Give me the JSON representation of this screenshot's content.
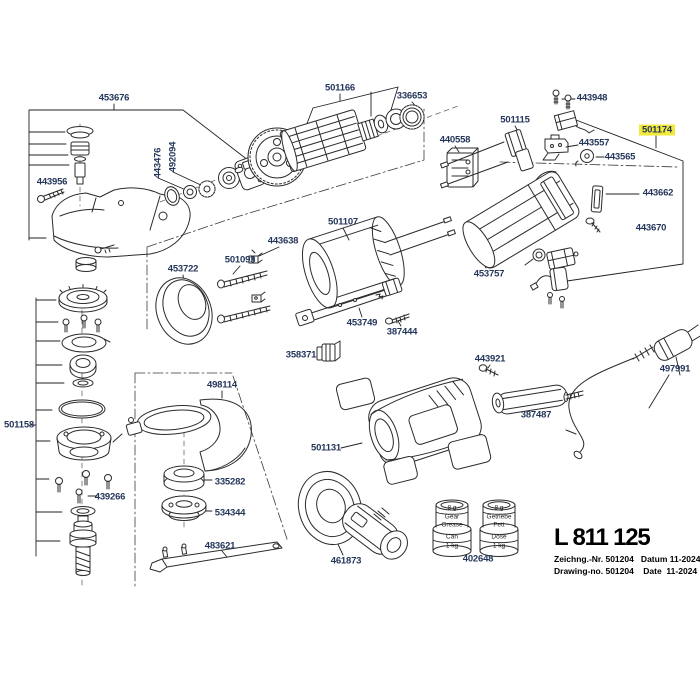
{
  "document": {
    "model": "L 811 125",
    "drawing_info_line1": "Zeichng.-Nr. 501204   Datum 11-2024",
    "drawing_info_line2": "Drawing-no. 501204    Date  11-2024"
  },
  "colors": {
    "label_text": "#24365a",
    "highlight": "#f2e93d",
    "line_art": "#2b2b2b",
    "background": "#ffffff"
  },
  "highlighted_part": "501174",
  "part_labels": {
    "453676": "453676",
    "443956": "443956",
    "443476": "443476",
    "492094": "492094",
    "501166": "501166",
    "336653": "336653",
    "443948": "443948",
    "501115": "501115",
    "501174": "501174",
    "440558": "440558",
    "443557": "443557",
    "443565": "443565",
    "443662": "443662",
    "443670": "443670",
    "501107": "501107",
    "443638": "443638",
    "501093": "501093",
    "453722": "453722",
    "453757": "453757",
    "453749": "453749",
    "387444": "387444",
    "358371": "358371",
    "443921": "443921",
    "497991": "497991",
    "501158": "501158",
    "498114": "498114",
    "387487": "387487",
    "501131": "501131",
    "439266": "439266",
    "335282": "335282",
    "534344": "534344",
    "483621": "483621",
    "461873": "461873",
    "402648": "402648"
  },
  "grease_kit": {
    "left_can": {
      "weight": "8 g",
      "name1": "Gear",
      "name2": "Grease",
      "size1": "Can",
      "size2": "1 kg"
    },
    "right_can": {
      "weight": "8 g",
      "name1": "Getriebe",
      "name2": "Fett",
      "size1": "Dose",
      "size2": "1 kg"
    }
  }
}
